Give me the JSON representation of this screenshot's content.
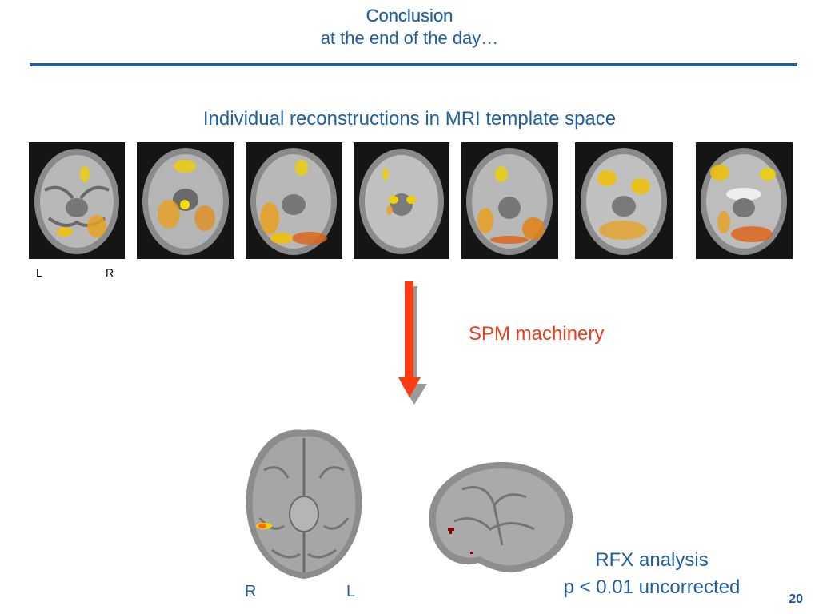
{
  "header": {
    "title": "Conclusion",
    "subtitle": "at the end of the day…"
  },
  "section_title": "Individual reconstructions in MRI template space",
  "slices": {
    "left_label": "L",
    "right_label": "R",
    "count": 7
  },
  "arrow_label": "SPM machinery",
  "bottom": {
    "left_label": "R",
    "right_label": "L",
    "rfx_line1": "RFX analysis",
    "rfx_line2": "p < 0.01 uncorrected"
  },
  "page_number": "20",
  "colors": {
    "title_blue": "#1f5fa0",
    "accent_red": "#e8401c"
  }
}
